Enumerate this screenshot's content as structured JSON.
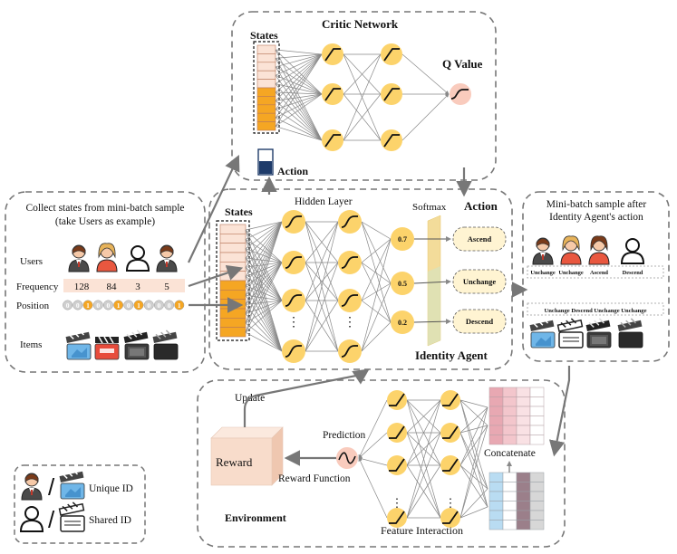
{
  "critic": {
    "title": "Critic Network",
    "states_label": "States",
    "action_label": "Action",
    "q_value_label": "Q Value"
  },
  "identity_agent": {
    "title": "Identity Agent",
    "states_label": "States",
    "hidden_layer_label": "Hidden Layer",
    "softmax_label": "Softmax",
    "action_label": "Action",
    "probabilities": [
      "0.7",
      "0.5",
      "0.2"
    ],
    "actions": [
      "Ascend",
      "Unchange",
      "Descend"
    ]
  },
  "collect": {
    "title_line1": "Collect states from mini-batch sample",
    "title_line2": "(take Users as example)",
    "users_label": "Users",
    "frequency_label": "Frequency",
    "frequency_values": [
      "128",
      "84",
      "3",
      "5"
    ],
    "position_label": "Position",
    "position_bits": [
      "0",
      "0",
      "1",
      "0",
      "0",
      "1",
      "0",
      "1",
      "0",
      "0",
      "0",
      "1"
    ],
    "items_label": "Items"
  },
  "minibatch": {
    "title_line1": "Mini-batch sample after",
    "title_line2": "Identity Agent's action",
    "user_actions": [
      "Unchange",
      "Unchange",
      "Ascend",
      "Descend"
    ],
    "item_actions": "Unchange Descend Unchange Unchange"
  },
  "environment": {
    "title": "Environment",
    "reward_label": "Reward",
    "update_label": "Update",
    "prediction_label": "Prediction",
    "reward_function_label": "Reward Function",
    "concatenate_label": "Concatenate",
    "feature_interaction_label": "Feature Interaction"
  },
  "legend": {
    "unique_id_label": "Unique ID",
    "shared_id_label": "Shared ID"
  },
  "colors": {
    "orange": "#f5a623",
    "light_peach": "#fbe3d6",
    "neuron": "#fcd36b",
    "pink_neuron": "#f9cbbd",
    "action_box": "#fff4d2",
    "softmax": "#f3dc9a",
    "softmax_green": "#cfe6c8",
    "reward_box": "#f8dccb",
    "blue_col": "#b9dcf2",
    "pink_cols": [
      "#e8a8b2",
      "#f3c6cc",
      "#f9e1e4"
    ],
    "mauve_col": "#9b7f8a",
    "gray_col": "#d7d7d7"
  }
}
